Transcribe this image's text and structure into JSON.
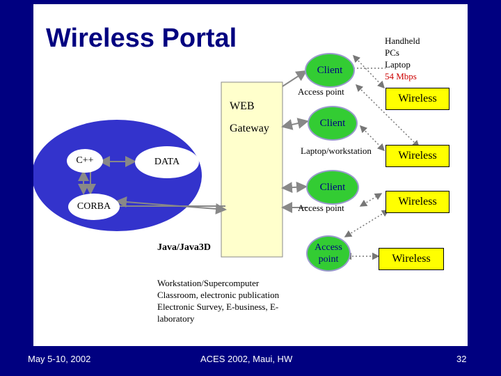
{
  "slide": {
    "title": "Wireless Portal",
    "legend": {
      "line1": "Handheld",
      "line2": "PCs",
      "line3": "Laptop",
      "rate": "54 Mbps"
    },
    "gateway": {
      "web": "WEB",
      "gateway": "Gateway",
      "java": "Java/Java3D"
    },
    "backend": {
      "cpp": "C++",
      "data": "DATA",
      "corba": "CORBA"
    },
    "clients": [
      {
        "label": "Client"
      },
      {
        "label": "Client"
      },
      {
        "label": "Client"
      }
    ],
    "access_point_node": {
      "line1": "Access",
      "line2": "point"
    },
    "access_point_labels": [
      "Access point",
      "Laptop/workstation",
      "Access point"
    ],
    "wireless_label": "Wireless",
    "notes": {
      "line1": "Workstation/Supercomputer",
      "line2": "Classroom, electronic publication",
      "line3": "Electronic Survey, E-business, E-",
      "line4": "laboratory"
    }
  },
  "footer": {
    "date": "May 5-10, 2002",
    "conference": "ACES 2002, Maui, HW",
    "page": "32"
  },
  "colors": {
    "background": "#000080",
    "title": "#000080",
    "oval": "#3333cc",
    "gateway_box": "#ffffcc",
    "client": "#33cc33",
    "wireless_box": "#ffff00",
    "rate_text": "#cc0000"
  }
}
